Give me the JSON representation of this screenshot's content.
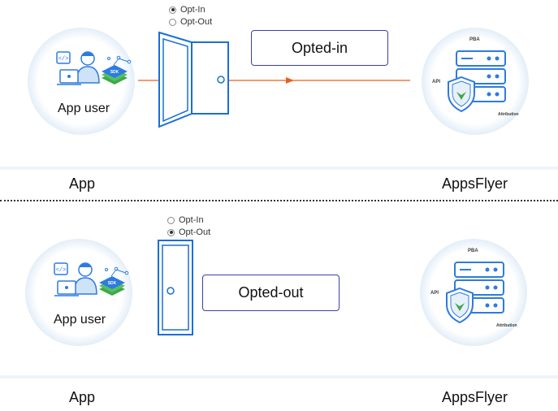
{
  "top": {
    "radio_options": [
      {
        "label": "Opt-In",
        "checked": true
      },
      {
        "label": "Opt-Out",
        "checked": false
      }
    ],
    "status_label": "Opted-in",
    "user_label": "App user",
    "left_label": "App",
    "right_label": "AppsFlyer",
    "server_labels": {
      "pba": "PBA",
      "api": "API",
      "attribution": "Attribution"
    },
    "sdk_label": "SDK"
  },
  "bottom": {
    "radio_options": [
      {
        "label": "Opt-In",
        "checked": false
      },
      {
        "label": "Opt-Out",
        "checked": true
      }
    ],
    "status_label": "Opted-out",
    "user_label": "App user",
    "left_label": "App",
    "right_label": "AppsFlyer",
    "server_labels": {
      "pba": "PBA",
      "api": "API",
      "attribution": "Attribution"
    },
    "sdk_label": "SDK"
  },
  "colors": {
    "door_blue": "#1a6fd6",
    "box_border": "#3b3fa8",
    "arrow": "#e8601c",
    "icon_blue": "#2d7be0",
    "shield_green": "#3fa84a"
  }
}
